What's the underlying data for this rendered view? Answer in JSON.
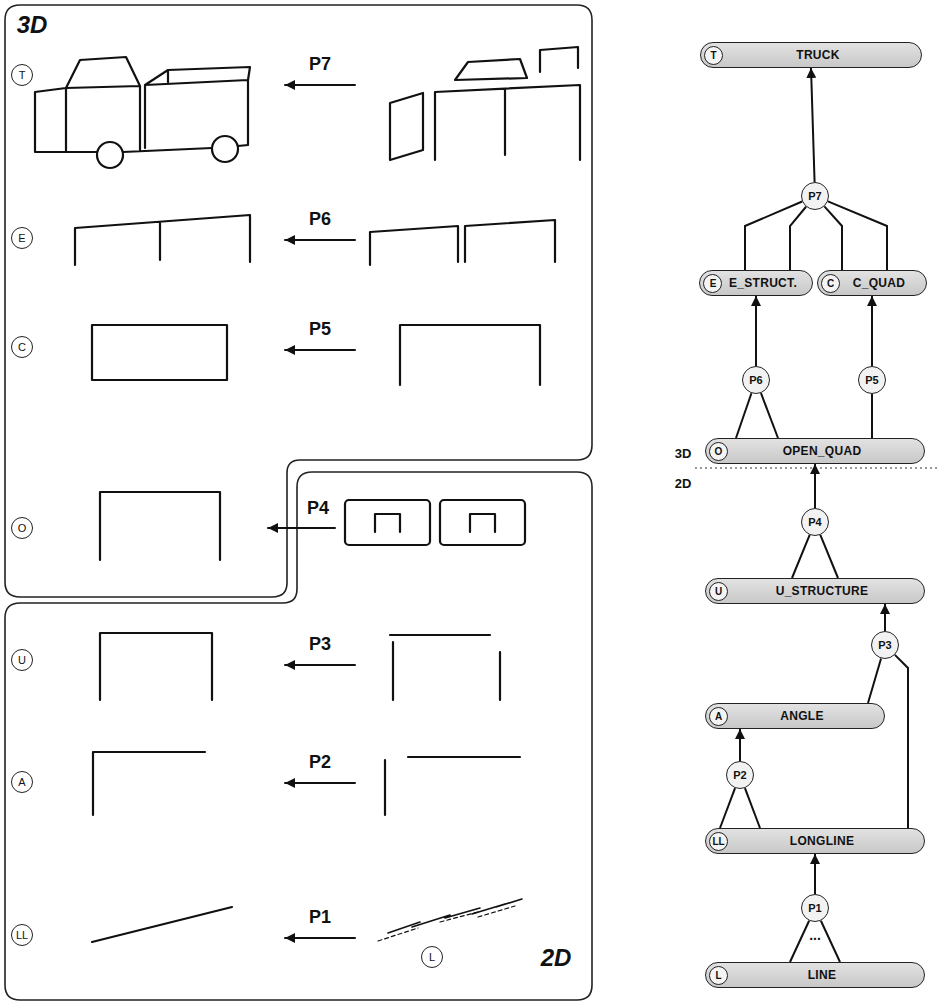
{
  "diagram": {
    "nodes": [
      {
        "text": [
          "T",
          "TRUCK"
        ]
      },
      {
        "text": [
          "P7"
        ]
      },
      {
        "text": [
          "E",
          "E_STRUCT."
        ]
      },
      {
        "text": [
          "C",
          "C_QUAD"
        ]
      },
      {
        "text": [
          "P6"
        ]
      },
      {
        "text": [
          "P5"
        ]
      },
      {
        "text": [
          "O",
          "OPEN_QUAD"
        ]
      },
      {
        "text": [
          "P4"
        ]
      },
      {
        "text": [
          "U",
          "U_STRUCTURE"
        ]
      },
      {
        "text": [
          "P3"
        ]
      },
      {
        "text": [
          "A",
          "ANGLE"
        ]
      },
      {
        "text": [
          "P2"
        ]
      },
      {
        "text": [
          "LL",
          "LONGLINE"
        ]
      },
      {
        "text": [
          "P1"
        ]
      },
      {
        "text": [
          "L",
          "LINE"
        ]
      }
    ],
    "edges": [
      {
        "from": 1,
        "to": 0,
        "arrow": "to"
      },
      {
        "from": 2,
        "to": 1,
        "arrow": "none"
      },
      {
        "from": 2,
        "to": 1,
        "arrow": "none"
      },
      {
        "from": 3,
        "to": 1,
        "arrow": "none"
      },
      {
        "from": 3,
        "to": 1,
        "arrow": "none"
      },
      {
        "from": 4,
        "to": 2,
        "arrow": "to"
      },
      {
        "from": 5,
        "to": 3,
        "arrow": "to"
      },
      {
        "from": 6,
        "to": 4,
        "arrow": "none"
      },
      {
        "from": 6,
        "to": 4,
        "arrow": "none"
      },
      {
        "from": 6,
        "to": 5,
        "arrow": "none"
      },
      {
        "from": 7,
        "to": 6,
        "arrow": "to"
      },
      {
        "from": 8,
        "to": 7,
        "arrow": "none"
      },
      {
        "from": 8,
        "to": 7,
        "arrow": "none"
      },
      {
        "from": 9,
        "to": 8,
        "arrow": "to"
      },
      {
        "from": 10,
        "to": 9,
        "arrow": "none"
      },
      {
        "from": 12,
        "to": 9,
        "arrow": "none"
      },
      {
        "from": 11,
        "to": 10,
        "arrow": "to"
      },
      {
        "from": 12,
        "to": 11,
        "arrow": "none"
      },
      {
        "from": 12,
        "to": 11,
        "arrow": "none"
      },
      {
        "from": 13,
        "to": 12,
        "arrow": "to"
      },
      {
        "from": 14,
        "to": 13,
        "arrow": "none"
      },
      {
        "from": 14,
        "to": 13,
        "arrow": "none"
      }
    ],
    "labels": [
      "3D",
      "T",
      "P7",
      "E",
      "P6",
      "C",
      "P5",
      "O",
      "P4",
      "U",
      "P3",
      "A",
      "P2",
      "LL",
      "P1",
      "L",
      "2D",
      "3D",
      "2D",
      "..."
    ]
  }
}
